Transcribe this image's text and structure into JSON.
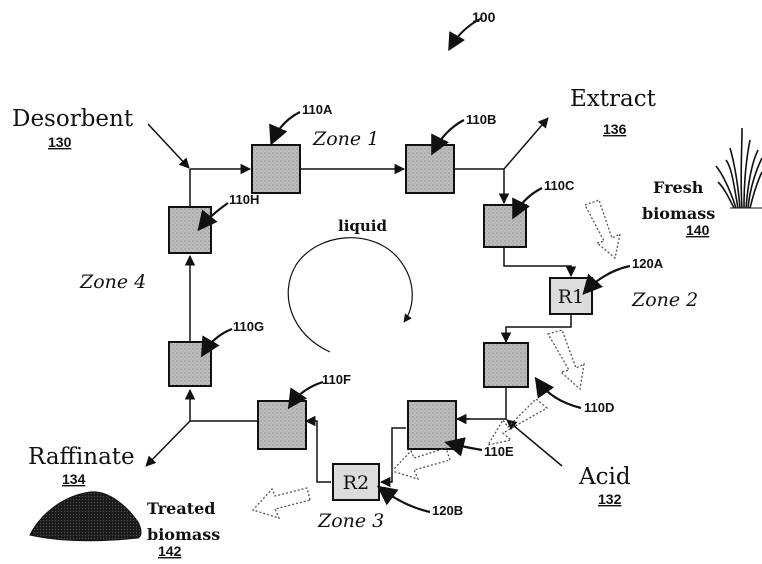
{
  "figure": {
    "number": "100"
  },
  "units": {
    "u110A": "110A",
    "u110B": "110B",
    "u110C": "110C",
    "u110D": "110D",
    "u110E": "110E",
    "u110F": "110F",
    "u110G": "110G",
    "u110H": "110H"
  },
  "reactors": {
    "r1": {
      "label": "R1",
      "ref": "120A"
    },
    "r2": {
      "label": "R2",
      "ref": "120B"
    }
  },
  "zones": {
    "z1": "Zone 1",
    "z2": "Zone 2",
    "z3": "Zone 3",
    "z4": "Zone 4"
  },
  "streams": {
    "desorbent": {
      "label": "Desorbent",
      "ref": "130"
    },
    "extract": {
      "label": "Extract",
      "ref": "136"
    },
    "raffinate": {
      "label": "Raffinate",
      "ref": "134"
    },
    "acid": {
      "label": "Acid",
      "ref": "132"
    },
    "fresh_biomass": {
      "line1": "Fresh",
      "line2": "biomass",
      "ref": "140"
    },
    "treated_biomass": {
      "line1": "Treated",
      "line2": "biomass",
      "ref": "142"
    }
  },
  "circulation": {
    "label": "liquid"
  },
  "colors": {
    "unit_fill": "#b8b8b8",
    "line": "#111111"
  }
}
